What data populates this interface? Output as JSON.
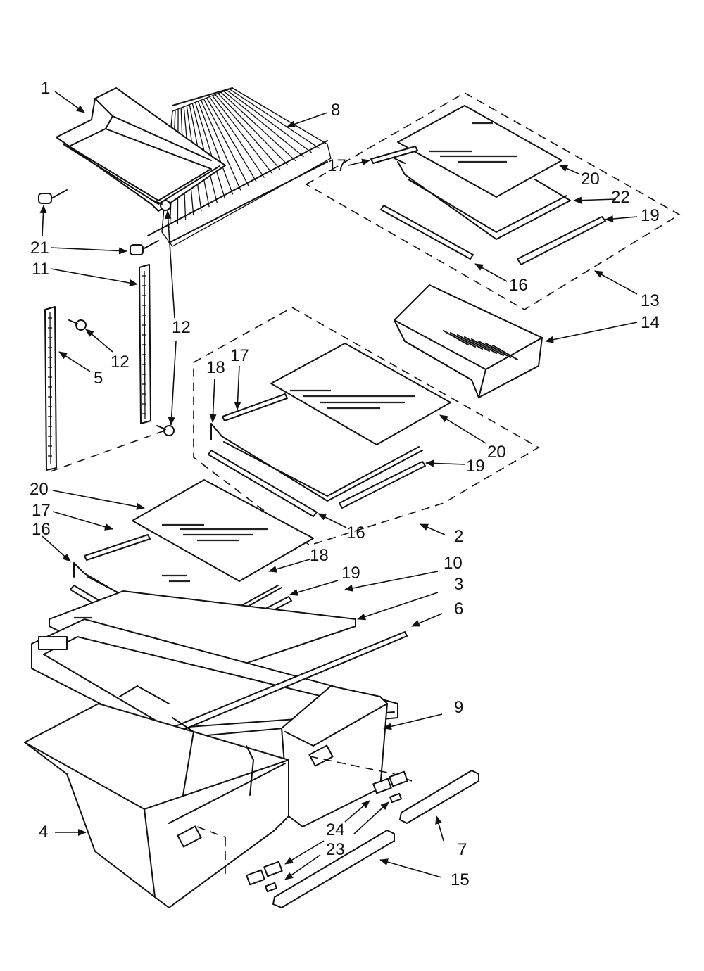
{
  "callouts": {
    "c1": "1",
    "c2": "2",
    "c3": "3",
    "c4": "4",
    "c5": "5",
    "c6": "6",
    "c7": "7",
    "c8": "8",
    "c9": "9",
    "c10": "10",
    "c11": "11",
    "c12a": "12",
    "c12b": "12",
    "c13": "13",
    "c14": "14",
    "c15": "15",
    "c16a": "16",
    "c16b": "16",
    "c16c": "16",
    "c17a": "17",
    "c17b": "17",
    "c17c": "17",
    "c18a": "18",
    "c18b": "18",
    "c19a": "19",
    "c19b": "19",
    "c19c": "19",
    "c20a": "20",
    "c20b": "20",
    "c20c": "20",
    "c21": "21",
    "c22": "22",
    "c23": "23",
    "c24": "24"
  }
}
